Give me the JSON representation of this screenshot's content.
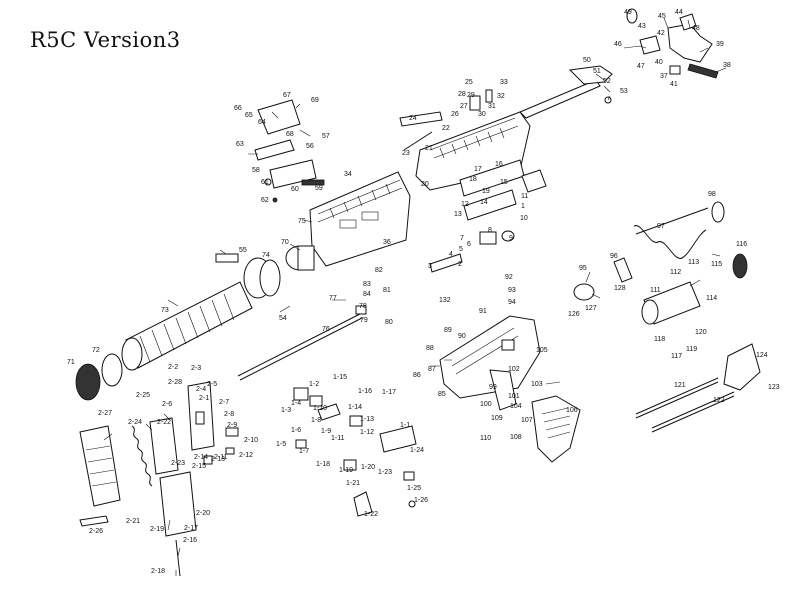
{
  "title": "R5C Version3",
  "callouts": [
    "1",
    "2",
    "3",
    "4",
    "5",
    "6",
    "7",
    "8",
    "9",
    "10",
    "11",
    "12",
    "13",
    "14",
    "15",
    "16",
    "17",
    "18",
    "19",
    "20",
    "21",
    "22",
    "23",
    "24",
    "25",
    "26",
    "27",
    "28",
    "29",
    "30",
    "31",
    "32",
    "33",
    "34",
    "36",
    "37",
    "38",
    "39",
    "40",
    "41",
    "42",
    "43",
    "44",
    "45",
    "46",
    "47",
    "48",
    "49",
    "50",
    "51",
    "52",
    "53",
    "54",
    "55",
    "56",
    "57",
    "58",
    "59",
    "60",
    "61",
    "62",
    "63",
    "64",
    "65",
    "66",
    "67",
    "68",
    "69",
    "70",
    "71",
    "72",
    "73",
    "74",
    "75",
    "76",
    "77",
    "78",
    "79",
    "80",
    "81",
    "82",
    "83",
    "84",
    "85",
    "86",
    "87",
    "88",
    "89",
    "90",
    "91",
    "92",
    "93",
    "94",
    "95",
    "96",
    "97",
    "98",
    "99",
    "100",
    "101",
    "102",
    "103",
    "104",
    "105",
    "106",
    "107",
    "108",
    "109",
    "110",
    "111",
    "112",
    "113",
    "114",
    "115",
    "116",
    "117",
    "118",
    "119",
    "120",
    "121",
    "122",
    "123",
    "124",
    "126",
    "127",
    "128",
    "132",
    "1-1",
    "1-2",
    "1-3",
    "1-4",
    "1-5",
    "1-6",
    "1-7",
    "1-8",
    "1-9",
    "1-10",
    "1-11",
    "1-12",
    "1-13",
    "1-14",
    "1-15",
    "1-16",
    "1-17",
    "1-18",
    "1-19",
    "1-20",
    "1-21",
    "1-22",
    "1-23",
    "1-24",
    "1-25",
    "1-26",
    "2-1",
    "2-2",
    "2-3",
    "2-4",
    "2-5",
    "2-6",
    "2-7",
    "2-8",
    "2-9",
    "2-10",
    "2-11",
    "2-12",
    "2-13",
    "2-14",
    "2-15",
    "2-16",
    "2-17",
    "2-18",
    "2-19",
    "2-20",
    "2-21",
    "2-22",
    "2-23",
    "2-24",
    "2-25",
    "2-26",
    "2-27",
    "2-28"
  ]
}
